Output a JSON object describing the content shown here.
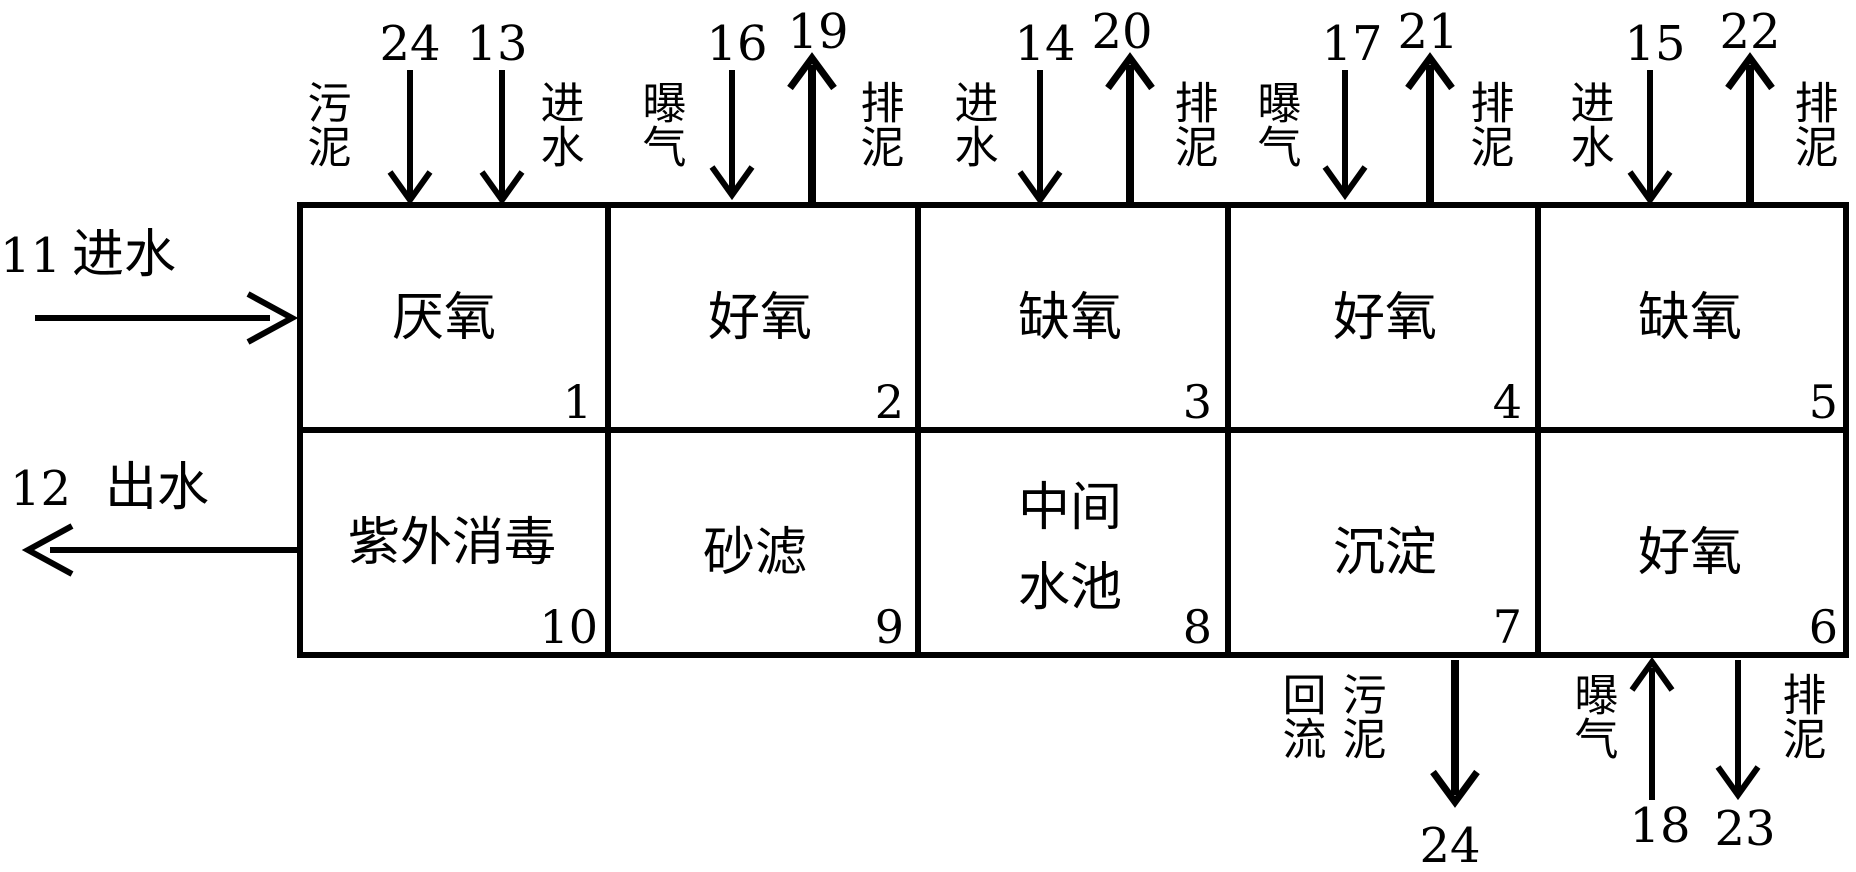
{
  "cells": [
    {
      "id": "1",
      "label": "厌氧"
    },
    {
      "id": "2",
      "label": "好氧"
    },
    {
      "id": "3",
      "label": "缺氧"
    },
    {
      "id": "4",
      "label": "好氧"
    },
    {
      "id": "5",
      "label": "缺氧"
    },
    {
      "id": "6",
      "label": "好氧"
    },
    {
      "id": "7",
      "label": "沉淀"
    },
    {
      "id": "8",
      "label_line1": "中间",
      "label_line2": "水池"
    },
    {
      "id": "9",
      "label": "砂滤"
    },
    {
      "id": "10",
      "label": "紫外消毒"
    }
  ],
  "inlet": {
    "num": "11",
    "label": "进水"
  },
  "outlet": {
    "num": "12",
    "label": "出水"
  },
  "top_arrows": [
    {
      "num": "24",
      "label": "污泥"
    },
    {
      "num": "13",
      "label": "进水"
    },
    {
      "num": "16",
      "label": "曝气"
    },
    {
      "num": "19",
      "label": "排泥"
    },
    {
      "num": "14",
      "label": "进水"
    },
    {
      "num": "20",
      "label": "排泥"
    },
    {
      "num": "17",
      "label": "曝气"
    },
    {
      "num": "21",
      "label": "排泥"
    },
    {
      "num": "15",
      "label": "进水"
    },
    {
      "num": "22",
      "label": "排泥"
    }
  ],
  "bottom_arrows": [
    {
      "num": "24",
      "label_line1": "回流",
      "label_line2": "污泥"
    },
    {
      "num": "18",
      "label": "曝气"
    },
    {
      "num": "23",
      "label": "排泥"
    }
  ]
}
